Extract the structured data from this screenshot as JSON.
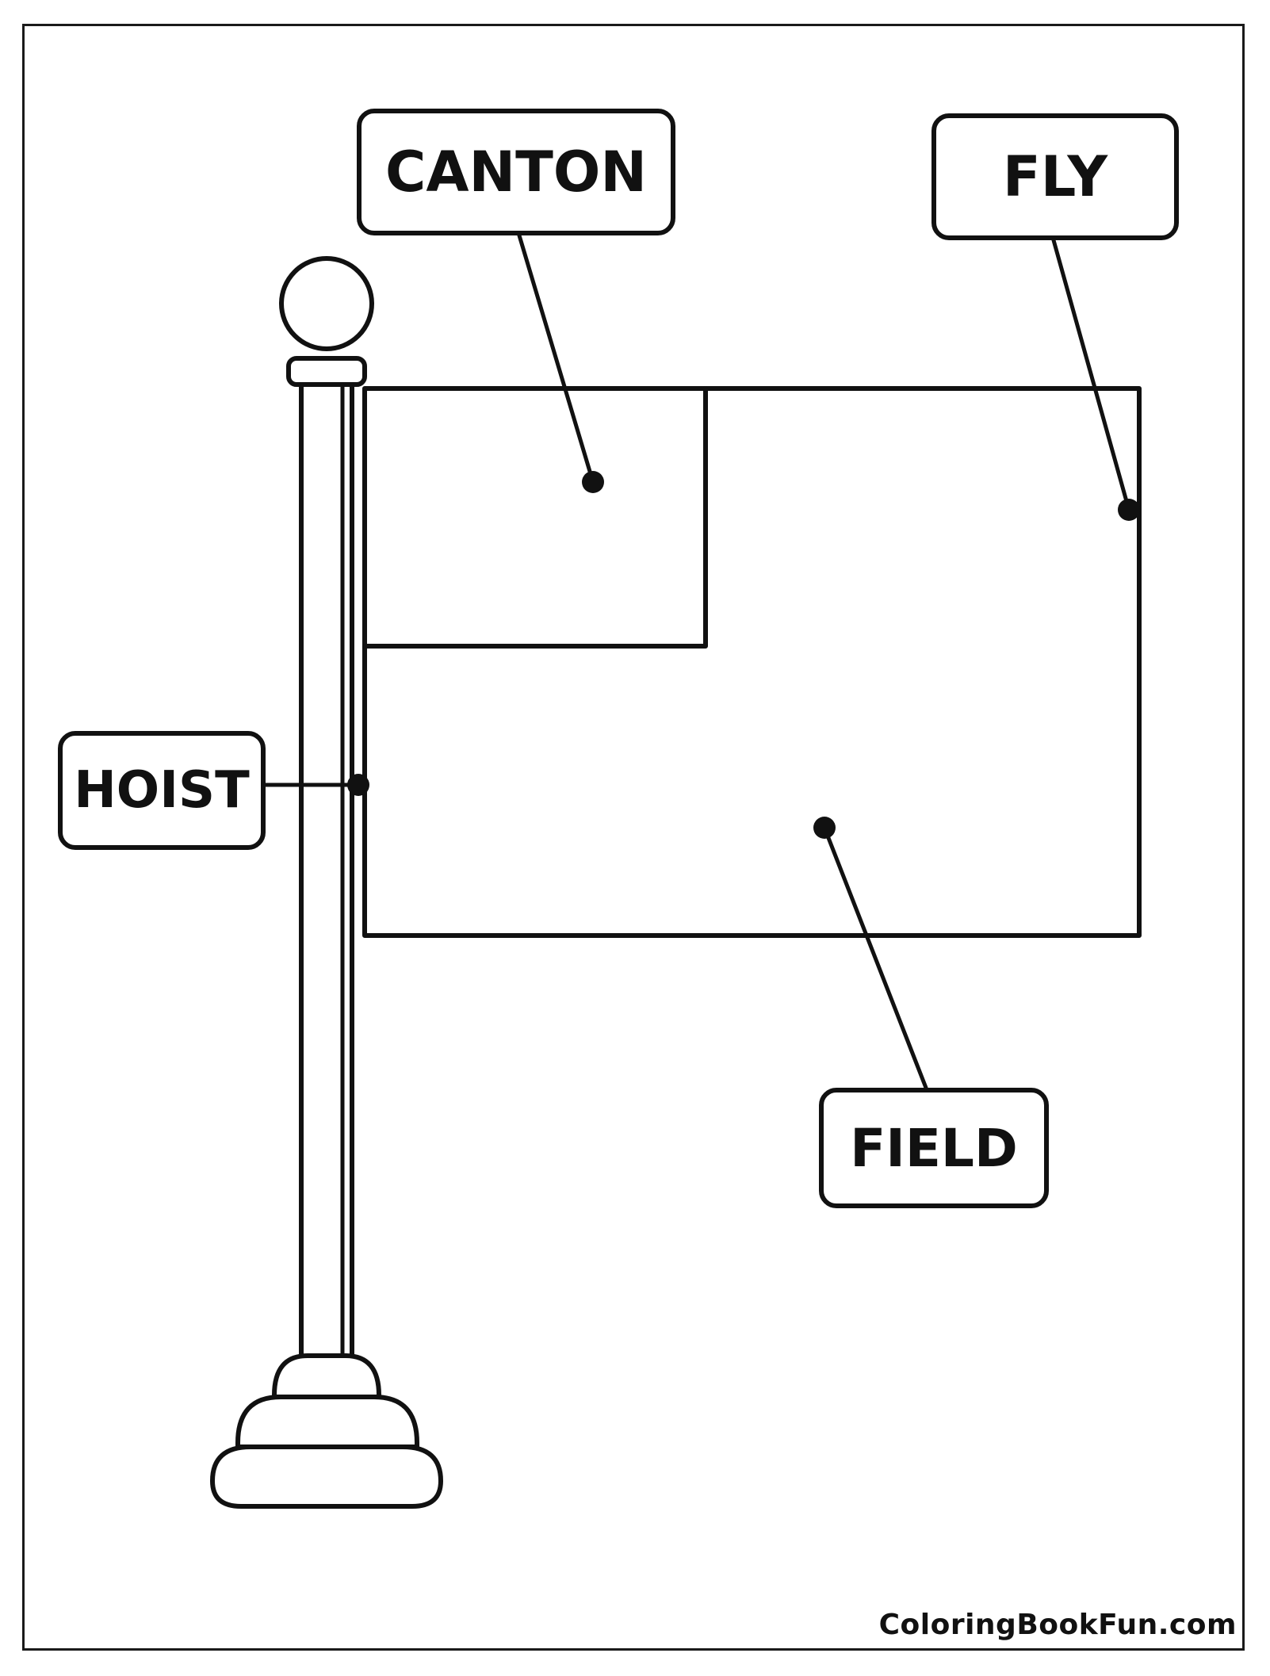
{
  "labels": {
    "canton": "CANTON",
    "fly": "FLY",
    "hoist": "HOIST",
    "field": "FIELD"
  },
  "footer": {
    "watermark": "ColoringBookFun.com"
  },
  "colors": {
    "line": "#111111",
    "background": "#ffffff"
  }
}
